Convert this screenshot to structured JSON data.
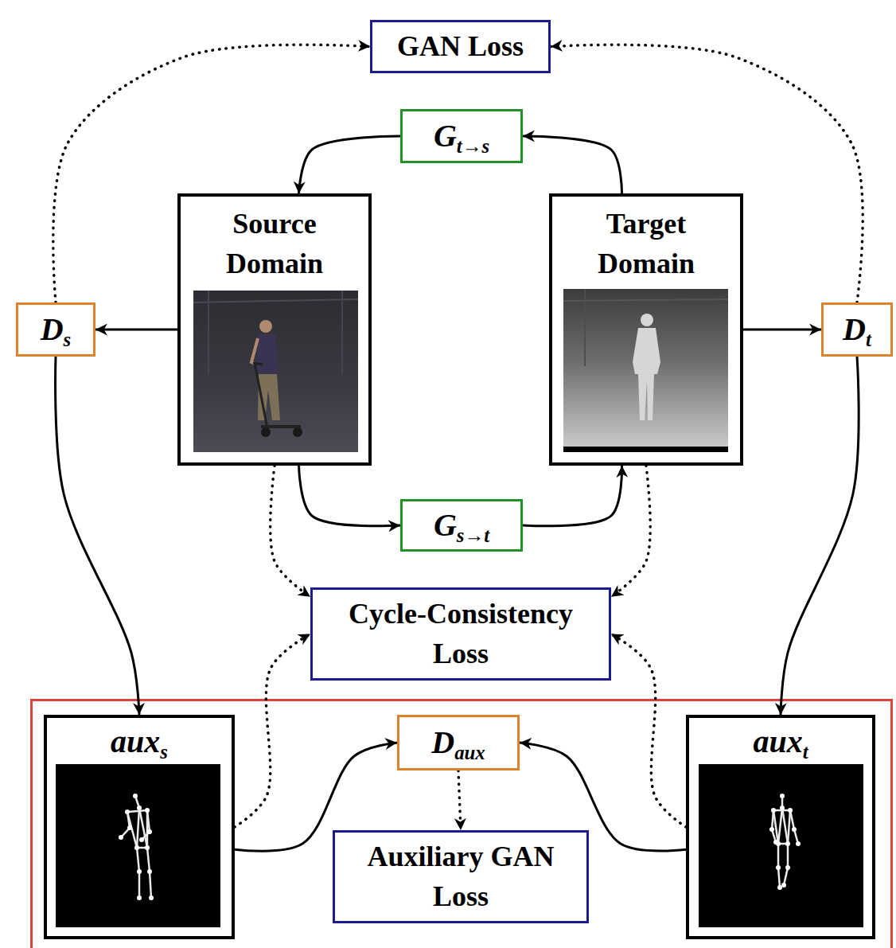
{
  "diagram": {
    "nodes": [
      {
        "text": [
          "GAN Loss"
        ]
      },
      {
        "text": [
          "Gt→s"
        ]
      },
      {
        "text": [
          "Ds"
        ]
      },
      {
        "text": [
          "Source Domain"
        ]
      },
      {
        "text": [
          "Target Domain"
        ]
      },
      {
        "text": [
          "Dt"
        ]
      },
      {
        "text": [
          "Gs→t"
        ]
      },
      {
        "text": [
          "Cycle-Consistency Loss"
        ]
      },
      {
        "text": [
          "auxs"
        ]
      },
      {
        "text": [
          "Daux"
        ]
      },
      {
        "text": [
          "auxt"
        ]
      },
      {
        "text": [
          "Auxiliary GAN Loss"
        ]
      }
    ],
    "edges": [
      {
        "from": 4,
        "to": 1,
        "arrow": "to"
      },
      {
        "from": 1,
        "to": 3,
        "arrow": "to"
      },
      {
        "from": 3,
        "to": 6,
        "arrow": "to"
      },
      {
        "from": 6,
        "to": 4,
        "arrow": "to"
      },
      {
        "from": 3,
        "to": 2,
        "arrow": "to"
      },
      {
        "from": 4,
        "to": 5,
        "arrow": "to"
      },
      {
        "from": 2,
        "to": 0,
        "arrow": "to"
      },
      {
        "from": 5,
        "to": 0,
        "arrow": "to"
      },
      {
        "from": 2,
        "to": 8,
        "arrow": "to"
      },
      {
        "from": 5,
        "to": 10,
        "arrow": "to"
      },
      {
        "from": 3,
        "to": 7,
        "arrow": "to"
      },
      {
        "from": 4,
        "to": 7,
        "arrow": "to"
      },
      {
        "from": 8,
        "to": 7,
        "arrow": "to"
      },
      {
        "from": 10,
        "to": 7,
        "arrow": "to"
      },
      {
        "from": 8,
        "to": 9,
        "arrow": "to"
      },
      {
        "from": 10,
        "to": 9,
        "arrow": "to"
      },
      {
        "from": 9,
        "to": 11,
        "arrow": "to"
      }
    ]
  }
}
